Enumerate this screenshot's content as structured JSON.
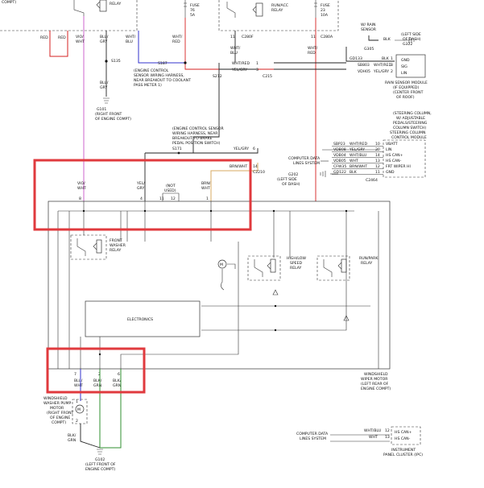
{
  "colors": {
    "highlight": "#e03a3e",
    "wire_red": "#d42020",
    "wire_violet": "#cc66cc",
    "wire_blue": "#3333cc",
    "wire_green": "#2f8f2f",
    "wire_brown": "#d7a860",
    "wire_dark": "#222222"
  },
  "top": {
    "compt": "COMPT)",
    "relay1": "RELAY",
    "fuse1": "FUSE",
    "fuse1_num": "76",
    "fuse1_amp": "5A",
    "runacc": "RUN/ACC",
    "relay2": "RELAY",
    "fuse2": "FUSE",
    "fuse2_num": "23",
    "fuse2_amp": "10A",
    "c280f": "C280F",
    "c280a": "C280A",
    "c280a_pin": "11",
    "c280f_pin": "11"
  },
  "wires_top": {
    "red_1": "RED",
    "red_2": "RED",
    "viowht_1": "VIO/",
    "viowht_2": "WHT",
    "blugry_1": "BLU/",
    "blugry_2": "GRY",
    "whtblu_1": "WHT/",
    "whtblu_2": "BLU",
    "whtred_1": "WHT/",
    "whtred_2": "RED",
    "whtblu_b1": "WHT/",
    "whtblu_b2": "BLU",
    "whtred_b1": "WHT/",
    "whtred_b2": "RED"
  },
  "splices": {
    "s135": "S135",
    "s187": "S187",
    "s212": "S212",
    "c215": "C215",
    "g101": "G101",
    "g101_note_1": "(RIGHT FRONT",
    "g101_note_2": "OF ENGINE COMPT)",
    "blugry_v1": "BLU/",
    "blugry_v2": "GRY",
    "ecs_1": "(ENGINE CONTROL",
    "ecs_2": "SENSOR WIRING HARNESS,",
    "ecs_3": "NEAR BREAKOUT TO COOLANT",
    "ecs_4": "PASS METER 1)"
  },
  "rain_sensor": {
    "w_rain_1": "W/ RAIN",
    "w_rain_2": "SENSOR",
    "g305": "G305",
    "blk": "BLK",
    "left_1": "(LEFT SIDE",
    "left_2": "OF DASH)",
    "g322": "G322",
    "gnd_label": "GND",
    "sig_label": "SIG",
    "lin_label": "LIN",
    "pin_gnd": "1",
    "pin_sig": "3",
    "pin_lin": "2",
    "c_gnd": "GD133",
    "c_sig": "SB803",
    "c_lin": "VDH05",
    "w_gnd": "BLK",
    "w_sig": "WHT/RED",
    "w_lin": "YEL/GRY",
    "c215_lin": "C215",
    "title_1": "RAIN SENSOR MODULE",
    "title_2": "(IF EQUIPPED)",
    "title_3": "(CENTER FRONT",
    "title_4": "OF ROOF)"
  },
  "mid_wires": {
    "whtred": "WHT/RED",
    "yelgry": "YEL/GRY",
    "yelgry_2": "YEL/GRY",
    "yelgry_3": "YEL/GRY",
    "c2_pin_a": "1",
    "c2_pin_b": "3",
    "c2_pin_c": "2"
  },
  "engine_note": {
    "l1": "(ENGINE CONTROL SENSOR",
    "l2": "WIRING HARNESS, NEAR",
    "l3": "BREAKOUT TO BRAKE",
    "l4": "PEDAL POSITION SWITCH)",
    "s171": "S171"
  },
  "steering": {
    "t1": "(STEERING COLUMN,",
    "t2": "W/ ADJUSTABLE",
    "t3": "PEDALS/STEERING",
    "t4": "COLUMN SWITCH)",
    "t5": "STEERING COLUMN",
    "t6": "CONTROL MODULE",
    "rows": [
      {
        "circuit": "SBP23",
        "wire": "WHT/RED",
        "pin": "10",
        "label": "VBATT"
      },
      {
        "circuit": "VDB08",
        "wire": "YEL/GRY",
        "pin": "20",
        "label": "LIN"
      },
      {
        "circuit": "VDB04",
        "wire": "WHT/BLU",
        "pin": "14",
        "label": "HS CAN+"
      },
      {
        "circuit": "VDB05",
        "wire": "WHT",
        "pin": "13",
        "label": "HS CAN-"
      },
      {
        "circuit": "CFW35",
        "wire": "BRN/WHT",
        "pin": "12",
        "label": "FRT WIPER HI"
      },
      {
        "circuit": "GD122",
        "wire": "BLK",
        "pin": "11",
        "label": "GND"
      }
    ],
    "comp_data_1": "COMPUTER DATA",
    "comp_data_2": "LINES SYSTEM",
    "c2464": "C2464",
    "g202": "G202",
    "g202_note_1": "(LEFT SIDE",
    "g202_note_2": "OF DASH)"
  },
  "top_hl": {
    "brnwht": "BRN/WHT",
    "pin14": "14",
    "c2210": "C2210",
    "s6": "6",
    "yelgry": "YEL/GRY",
    "viowht_1": "VIO/",
    "viowht_2": "WHT",
    "yelgry_1": "YEL/",
    "yelgry_2": "GRY",
    "notused_1": "(NOT",
    "notused_2": "USED)",
    "brnwht_1": "BRN/",
    "brnwht_2": "WHT",
    "pin_8": "8",
    "pin_4": "4",
    "pin_11": "11",
    "pin_12": "12",
    "pin_1": "1"
  },
  "relays": {
    "front_washer_1": "FRONT",
    "front_washer_2": "WASHER",
    "front_washer_3": "RELAY",
    "hilo_1": "HIGH/LOW",
    "hilo_2": "SPEED",
    "hilo_3": "RELAY",
    "runpark_1": "RUN/PARK",
    "runpark_2": "RELAY",
    "motor_m": "M",
    "electronics": "ELECTRONICS"
  },
  "bottom_hl": {
    "pin_7": "7",
    "pin_2": "2",
    "pin_6": "6",
    "bluwht_1": "BLU/",
    "bluwht_2": "WHT",
    "blkgrn_1": "BLK/",
    "blkgrn_2": "GRN",
    "blkgrn_b1": "BLK/",
    "blkgrn_b2": "GRN"
  },
  "wiper_module": {
    "t1": "WINDSHIELD",
    "t2": "WIPER MOTOR",
    "t3": "(LEFT REAR OF",
    "t4": "ENGINE COMPT)"
  },
  "washer_pump": {
    "t1": "WINDSHIELD",
    "t2": "WASHER PUMP",
    "t3": "MOTOR",
    "t4": "(RIGHT FRONT",
    "t5": "OF ENGINE",
    "t6": "COMPT)",
    "m": "M",
    "pin_1": "1",
    "pin_2": "2",
    "wire_1": "BLK/",
    "wire_2": "GRN",
    "g102": "G102",
    "g102_note_1": "(LEFT FRONT OF",
    "g102_note_2": "ENGINE COMPT)"
  },
  "cluster": {
    "comp_1": "COMPUTER DATA",
    "comp_2": "LINES SYSTEM",
    "w1": "WHT/BLU",
    "w2": "WHT",
    "pin1": "12",
    "pin2": "13",
    "lab1": "HS CAN+",
    "lab2": "HS CAN-",
    "t1": "INSTRUMENT",
    "t2": "PANEL CLUSTER (IPC)"
  }
}
